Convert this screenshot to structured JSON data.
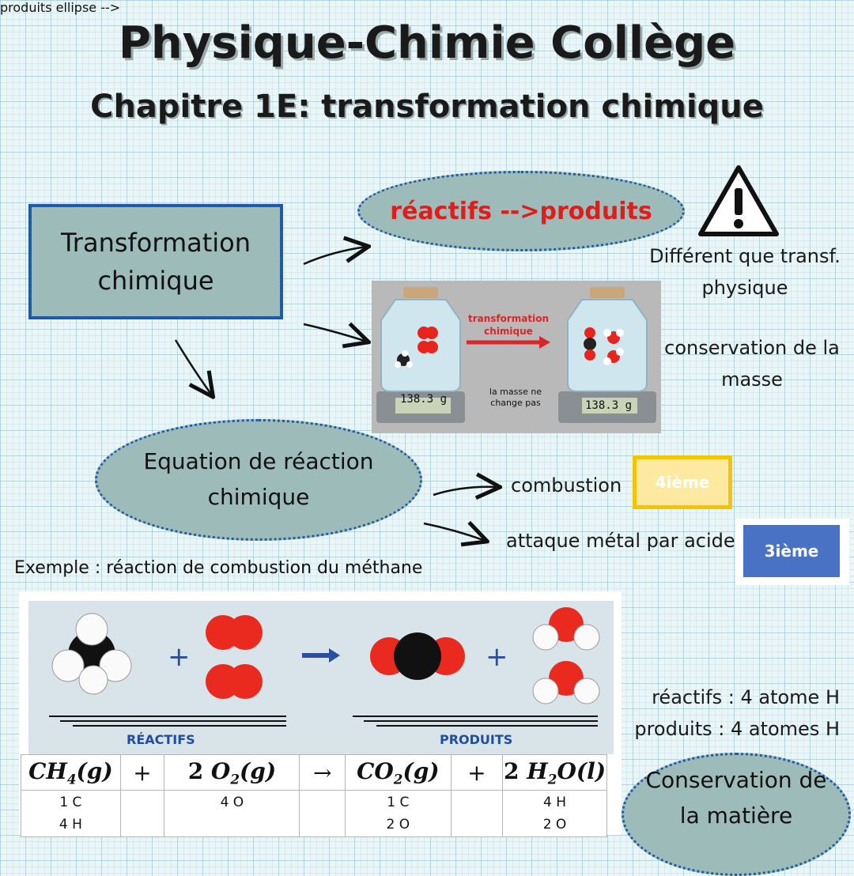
{
  "header": {
    "title": "Physique-Chimie Collège",
    "subtitle": "Chapitre 1E: transformation chimique"
  },
  "main_box": {
    "line1": "Transformation",
    "line2": "chimique"
  },
  "reactifs_ellipse": {
    "label": "réactifs -->produits"
  },
  "warning": {
    "line1": "Différent que transf.",
    "line2": "physique"
  },
  "photo": {
    "transformation_label_1": "transformation",
    "transformation_label_2": "chimique",
    "scale_left": "138.3 g",
    "scale_right": "138.3 g",
    "mass_note_1": "la masse ne",
    "mass_note_2": "change pas"
  },
  "conservation_masse": {
    "line1": "conservation de la",
    "line2": "masse"
  },
  "equation_ellipse": {
    "line1": "Equation de réaction",
    "line2": "chimique"
  },
  "combustion": {
    "label": "combustion",
    "badge": "4ième",
    "badge_color": "#fde9a0"
  },
  "attaque": {
    "label": "attaque métal par acide",
    "badge": "3ième",
    "badge_color": "#4a72c4"
  },
  "example": {
    "label": "Exemple : réaction de combustion du méthane"
  },
  "molecules": {
    "reactifs_label": "RÉACTIFS",
    "produits_label": "PRODUITS"
  },
  "equation_table": {
    "terms": {
      "methane": {
        "coef": "",
        "main": "CH",
        "sub": "4",
        "state": "(g)"
      },
      "oxygen": {
        "coef": "2 ",
        "main": "O",
        "sub": "2",
        "state": "(g)"
      },
      "co2": {
        "coef": "",
        "main": "CO",
        "sub": "2",
        "state": "(g)"
      },
      "water": {
        "coef": "2 ",
        "main": "H",
        "sub": "2",
        "main2": "O",
        "state": "(l)"
      }
    },
    "plus": "+",
    "arrow": "→",
    "counts": {
      "methane": [
        "1 C",
        "4 H"
      ],
      "oxygen": [
        "4 O"
      ],
      "co2": [
        "1 C",
        "2 O"
      ],
      "water": [
        "4 H",
        "2 O"
      ]
    }
  },
  "atom_count": {
    "reactifs": "réactifs : 4 atome H",
    "produits": "produits : 4 atomes H"
  },
  "conservation_matiere": {
    "line1": "Conservation de",
    "line2": "la matière"
  },
  "colors": {
    "red": "#e31b1b",
    "blue": "#1d5aa8",
    "teal": "#9dbcb9"
  }
}
